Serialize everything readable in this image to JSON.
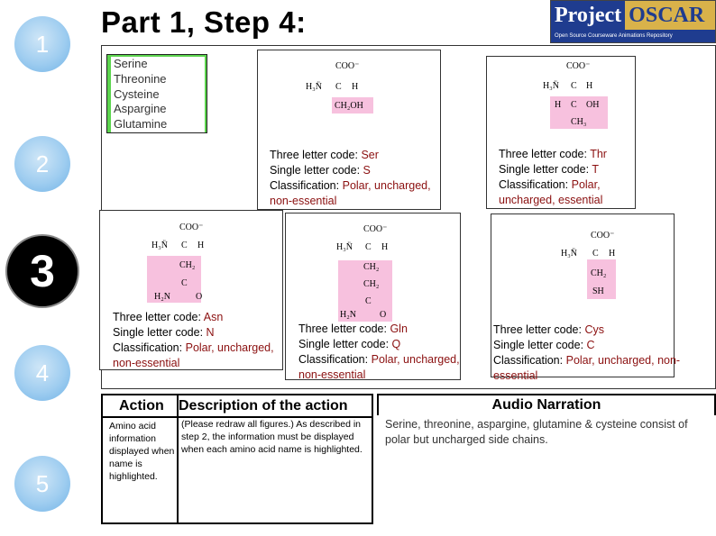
{
  "title": "Part 1, Step 4:",
  "logo": {
    "word1": "Project",
    "word2": "OSCAR",
    "tagline": "Open Source Courseware Animations Repository"
  },
  "steps": [
    "1",
    "2",
    "3",
    "4",
    "5"
  ],
  "amino_list": [
    "Serine",
    "Threonine",
    "Cysteine",
    "Aspargine",
    "Glutamine"
  ],
  "cards": {
    "ser": {
      "three_label": "Three letter code:",
      "three": "Ser",
      "single_label": "Single letter code:",
      "single": "S",
      "class_label": "Classification:",
      "class": "Polar, uncharged, non-essential"
    },
    "thr": {
      "three_label": "Three letter code:",
      "three": "Thr",
      "single_label": "Single letter code:",
      "single": "T",
      "class_label": "Classification:",
      "class": "Polar, uncharged, essential"
    },
    "asn": {
      "three_label": "Three letter code:",
      "three": "Asn",
      "single_label": "Single letter code:",
      "single": "N",
      "class_label": "Classification:",
      "class": "Polar, uncharged, non-essential"
    },
    "gln": {
      "three_label": "Three letter code:",
      "three": "Gln",
      "single_label": "Single letter code:",
      "single": "Q",
      "class_label": "Classification:",
      "class": "Polar, uncharged, non-essential"
    },
    "cys": {
      "three_label": "Three letter code:",
      "three": "Cys",
      "single_label": "Single letter code:",
      "single": "C",
      "class_label": "Classification:",
      "class": "Polar, uncharged, non-essential"
    }
  },
  "structures": {
    "coo": "COO⁻",
    "h3n": "H₃N̈",
    "c": "C",
    "h": "H",
    "ch2oh": "CH₂OH",
    "ch3": "CH₃",
    "ch2": "CH₂",
    "sh": "SH",
    "h2n": "H₂N",
    "o": "O"
  },
  "table": {
    "col1_header": "Action",
    "col2_header": "Description of the action",
    "action_text": "Amino acid information displayed when name is highlighted.",
    "description_text": "(Please redraw all figures.) As described in step 2, the information must be displayed when each amino acid name is highlighted."
  },
  "audio": {
    "header": "Audio Narration",
    "text": "Serine, threonine, aspargine, glutamine & cysteine consist of polar but uncharged side chains."
  }
}
